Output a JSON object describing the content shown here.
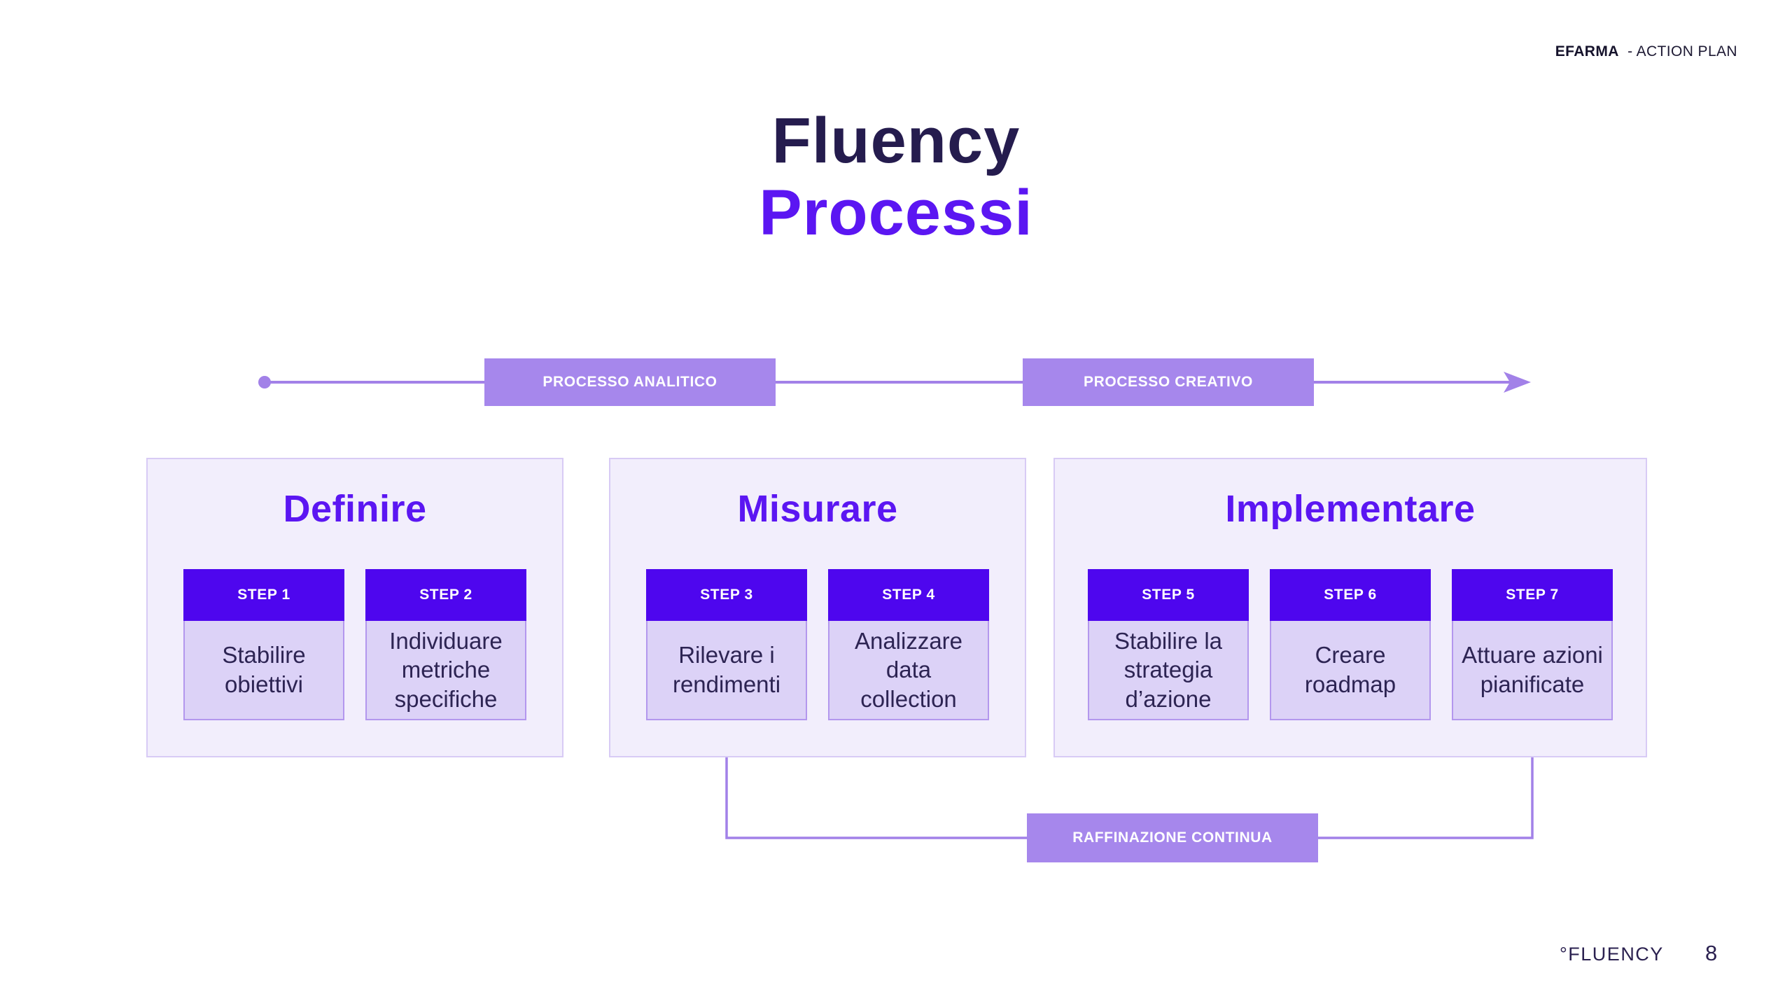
{
  "header": {
    "brand": "EFARMA",
    "suffix": "- ACTION PLAN"
  },
  "title": {
    "line1": "Fluency",
    "line2": "Processi"
  },
  "timeline": {
    "label_left": "PROCESSO ANALITICO",
    "label_right": "PROCESSO CREATIVO"
  },
  "panels": [
    {
      "title": "Definire",
      "steps": [
        {
          "label": "STEP 1",
          "text": "Stabilire obiettivi"
        },
        {
          "label": "STEP 2",
          "text": "Individuare metriche specifiche"
        }
      ]
    },
    {
      "title": "Misurare",
      "steps": [
        {
          "label": "STEP 3",
          "text": "Rilevare i rendimenti"
        },
        {
          "label": "STEP 4",
          "text": "Analizzare data collection"
        }
      ]
    },
    {
      "title": "Implementare",
      "steps": [
        {
          "label": "STEP 5",
          "text": "Stabilire la strategia d’azione"
        },
        {
          "label": "STEP 6",
          "text": "Creare roadmap"
        },
        {
          "label": "STEP 7",
          "text": "Attuare azioni pianificate"
        }
      ]
    }
  ],
  "feedback": {
    "label": "RAFFINAZIONE CONTINUA"
  },
  "footer": {
    "logo": "°FLUENCY",
    "page": "8"
  },
  "colors": {
    "brand_purple": "#5B16F2",
    "dark_navy": "#251C4E",
    "step_header_purple": "#4E06EE",
    "label_box_purple": "#A687EC",
    "card_body_lavender": "#DCD2F7",
    "panel_background": "#F2EEFC",
    "panel_border": "#D8CBF5",
    "connector_line": "#A281E8"
  }
}
